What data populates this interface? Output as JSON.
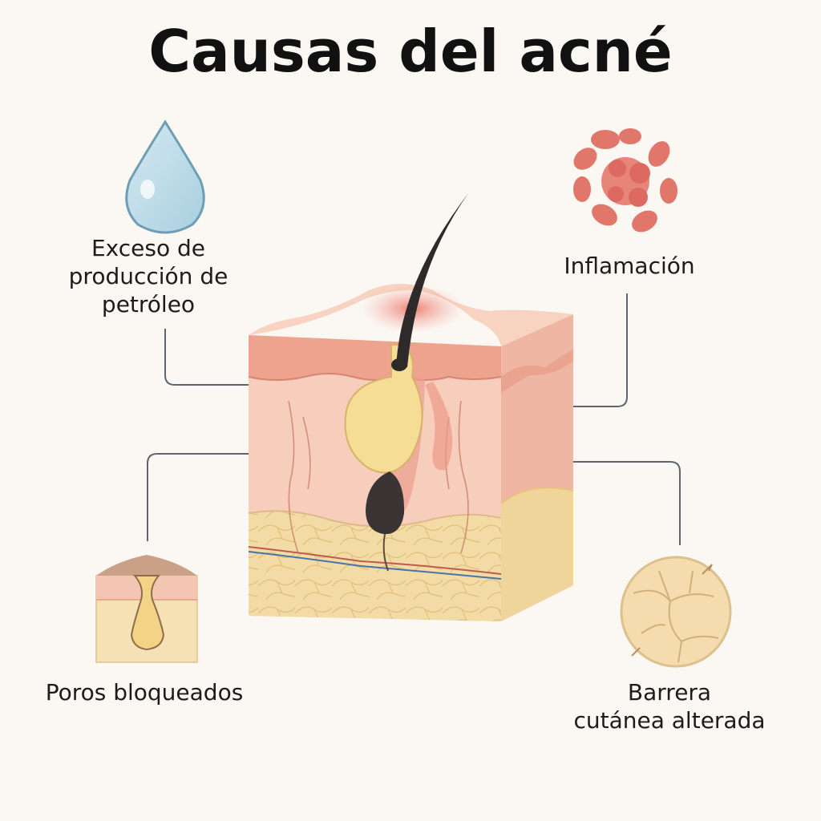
{
  "title": "Causas del acné",
  "causes": {
    "oil": {
      "lines": [
        "Exceso de",
        "producción de",
        "petróleo"
      ],
      "icon": "water-drop-icon"
    },
    "inflammation": {
      "lines": [
        "Inflamación"
      ],
      "icon": "inflamed-cells-icon"
    },
    "pores": {
      "lines": [
        "Poros bloqueados"
      ],
      "icon": "blocked-pore-icon"
    },
    "barrier": {
      "lines": [
        "Barrera",
        "cutánea alterada"
      ],
      "icon": "cracked-skin-icon"
    }
  },
  "colors": {
    "background": "#fbf8f3",
    "skin": "#f3c3b0",
    "skin_dark": "#e79a86",
    "fat": "#f3dfa6",
    "sebum": "#f6dd95",
    "drop": "#bcd9e6",
    "inflammation": "#e0776a",
    "connector": "#5d6670",
    "hair": "#2e2a2a"
  }
}
